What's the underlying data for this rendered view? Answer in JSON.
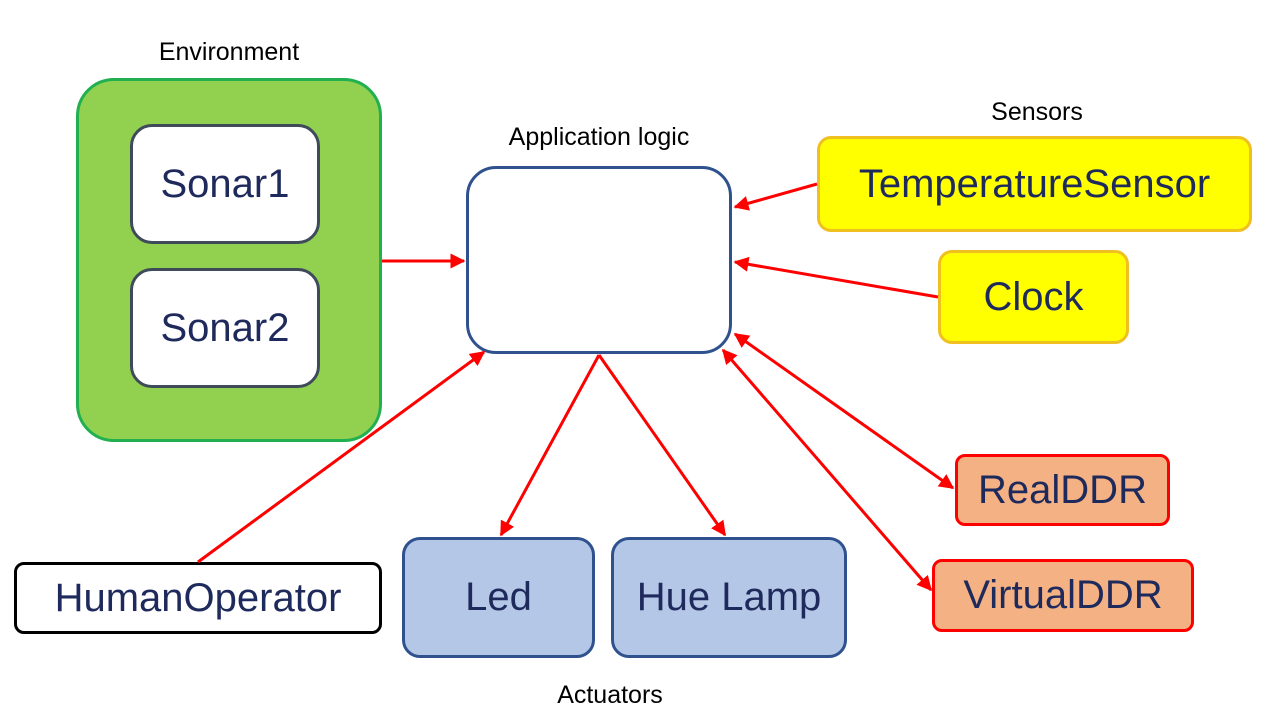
{
  "labels": {
    "environment": "Environment",
    "application_logic": "Application logic",
    "sensors": "Sensors",
    "actuators": "Actuators"
  },
  "nodes": {
    "sonar1": "Sonar1",
    "sonar2": "Sonar2",
    "temperature_sensor": "TemperatureSensor",
    "clock": "Clock",
    "real_ddr": "RealDDR",
    "virtual_ddr": "VirtualDDR",
    "led": "Led",
    "hue_lamp": "Hue Lamp",
    "human_operator": "HumanOperator"
  },
  "colors": {
    "environment_fill": "#92d050",
    "sensor_fill": "#ffff00",
    "ddr_fill": "#f4b183",
    "actuator_fill": "#b4c7e7",
    "arrow": "#ff0000"
  }
}
